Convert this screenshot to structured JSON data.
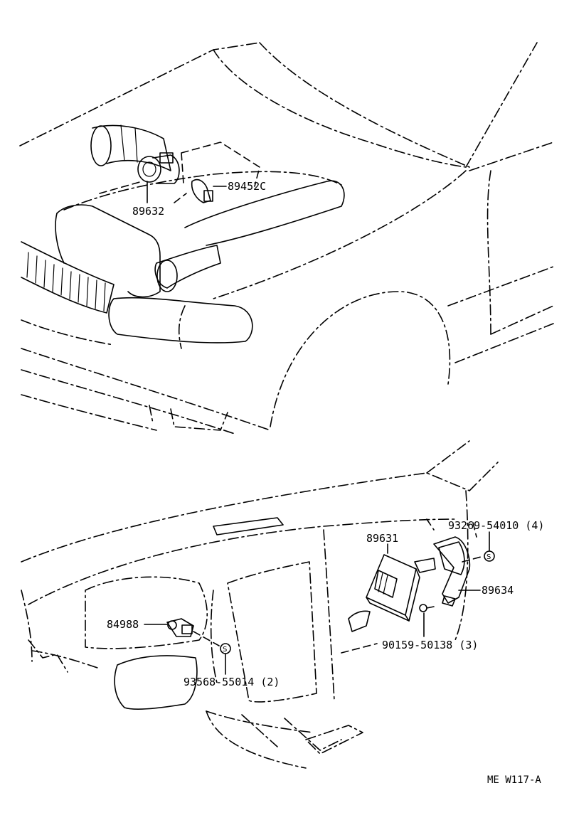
{
  "parts": {
    "p89452c": "89452C",
    "p89632": "89632",
    "p89631": "89631",
    "p93269": "93269-54010 (4)",
    "p89634": "89634",
    "p90159": "90159-50138 (3)",
    "p84988": "84988",
    "p93568": "93568-55014 (2)"
  },
  "symbols": {
    "screw_marker": "S"
  },
  "footer": {
    "code": "ME W117-A"
  }
}
